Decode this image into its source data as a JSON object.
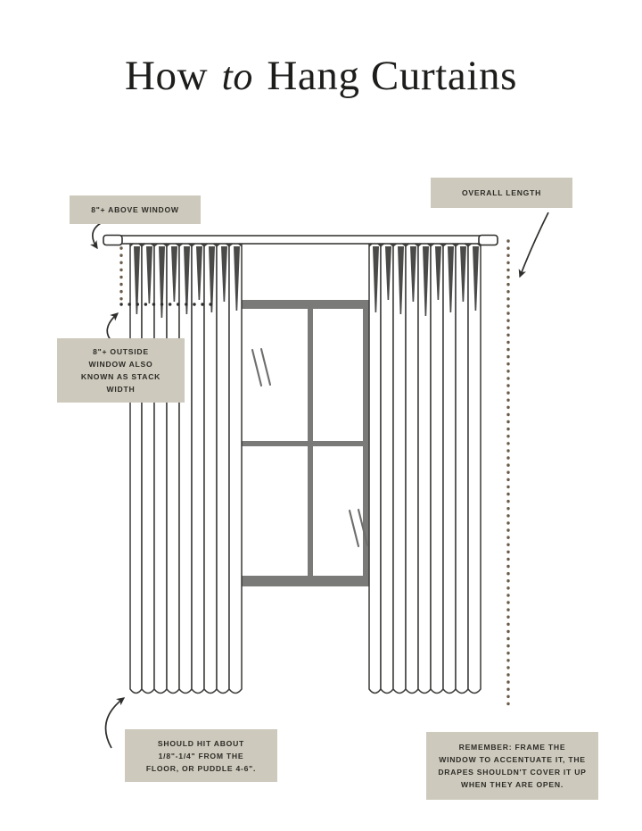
{
  "page": {
    "background_color": "#ffffff",
    "title_part1": "How",
    "title_italic": "to",
    "title_part2": "Hang Curtains"
  },
  "theme": {
    "label_box_color": "#cdc9bc",
    "label_text_color": "#2c2b27",
    "line_color": "#3a3a38",
    "window_frame_color": "#7a7a78",
    "dotted_measure_color": "#4a443c",
    "curtain_fill": "#ffffff",
    "curtain_stroke": "#3a3a38"
  },
  "callouts": [
    {
      "name": "above-window",
      "lines": [
        "8\"+ ABOVE WINDOW"
      ]
    },
    {
      "name": "stack-width",
      "lines": [
        "8\"+ OUTSIDE",
        "WINDOW ALSO",
        "KNOWN AS STACK",
        "WIDTH"
      ]
    },
    {
      "name": "overall-length",
      "lines": [
        "OVERALL LENGTH"
      ]
    },
    {
      "name": "floor-clearance",
      "lines": [
        "SHOULD HIT ABOUT",
        "1/8\"-1/4\" FROM THE",
        "FLOOR, OR PUDDLE 4-6\"."
      ]
    },
    {
      "name": "remember-frame",
      "lines": [
        "REMEMBER: FRAME THE",
        "WINDOW TO ACCENTUATE IT, THE",
        "DRAPES SHOULDN'T COVER IT UP",
        "WHEN THEY ARE OPEN."
      ]
    }
  ],
  "diagram": {
    "elements": [
      "curtain-rod",
      "rod-finial-left",
      "rod-finial-right",
      "curtain-panel-left",
      "curtain-panel-right",
      "window-frame",
      "dotted-vertical-above-window",
      "dotted-horizontal-stack-width",
      "dotted-vertical-overall-length",
      "arrow-above-window",
      "arrow-stack-width",
      "arrow-overall-length",
      "arrow-floor-clearance"
    ]
  }
}
